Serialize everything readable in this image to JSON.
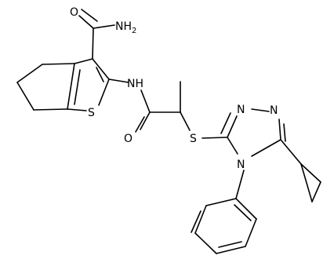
{
  "molecule": {
    "atom_labels": {
      "amide_oxygen": "O",
      "amide_nh2": "NH",
      "amide_nh2_sub": "2",
      "thiophene_sulfur": "S",
      "amide_nh": "NH",
      "carbonyl_oxygen": "O",
      "thioether_sulfur": "S",
      "triazole_n1": "N",
      "triazole_n2": "N",
      "triazole_n4": "N"
    },
    "line_color": "#000000"
  }
}
